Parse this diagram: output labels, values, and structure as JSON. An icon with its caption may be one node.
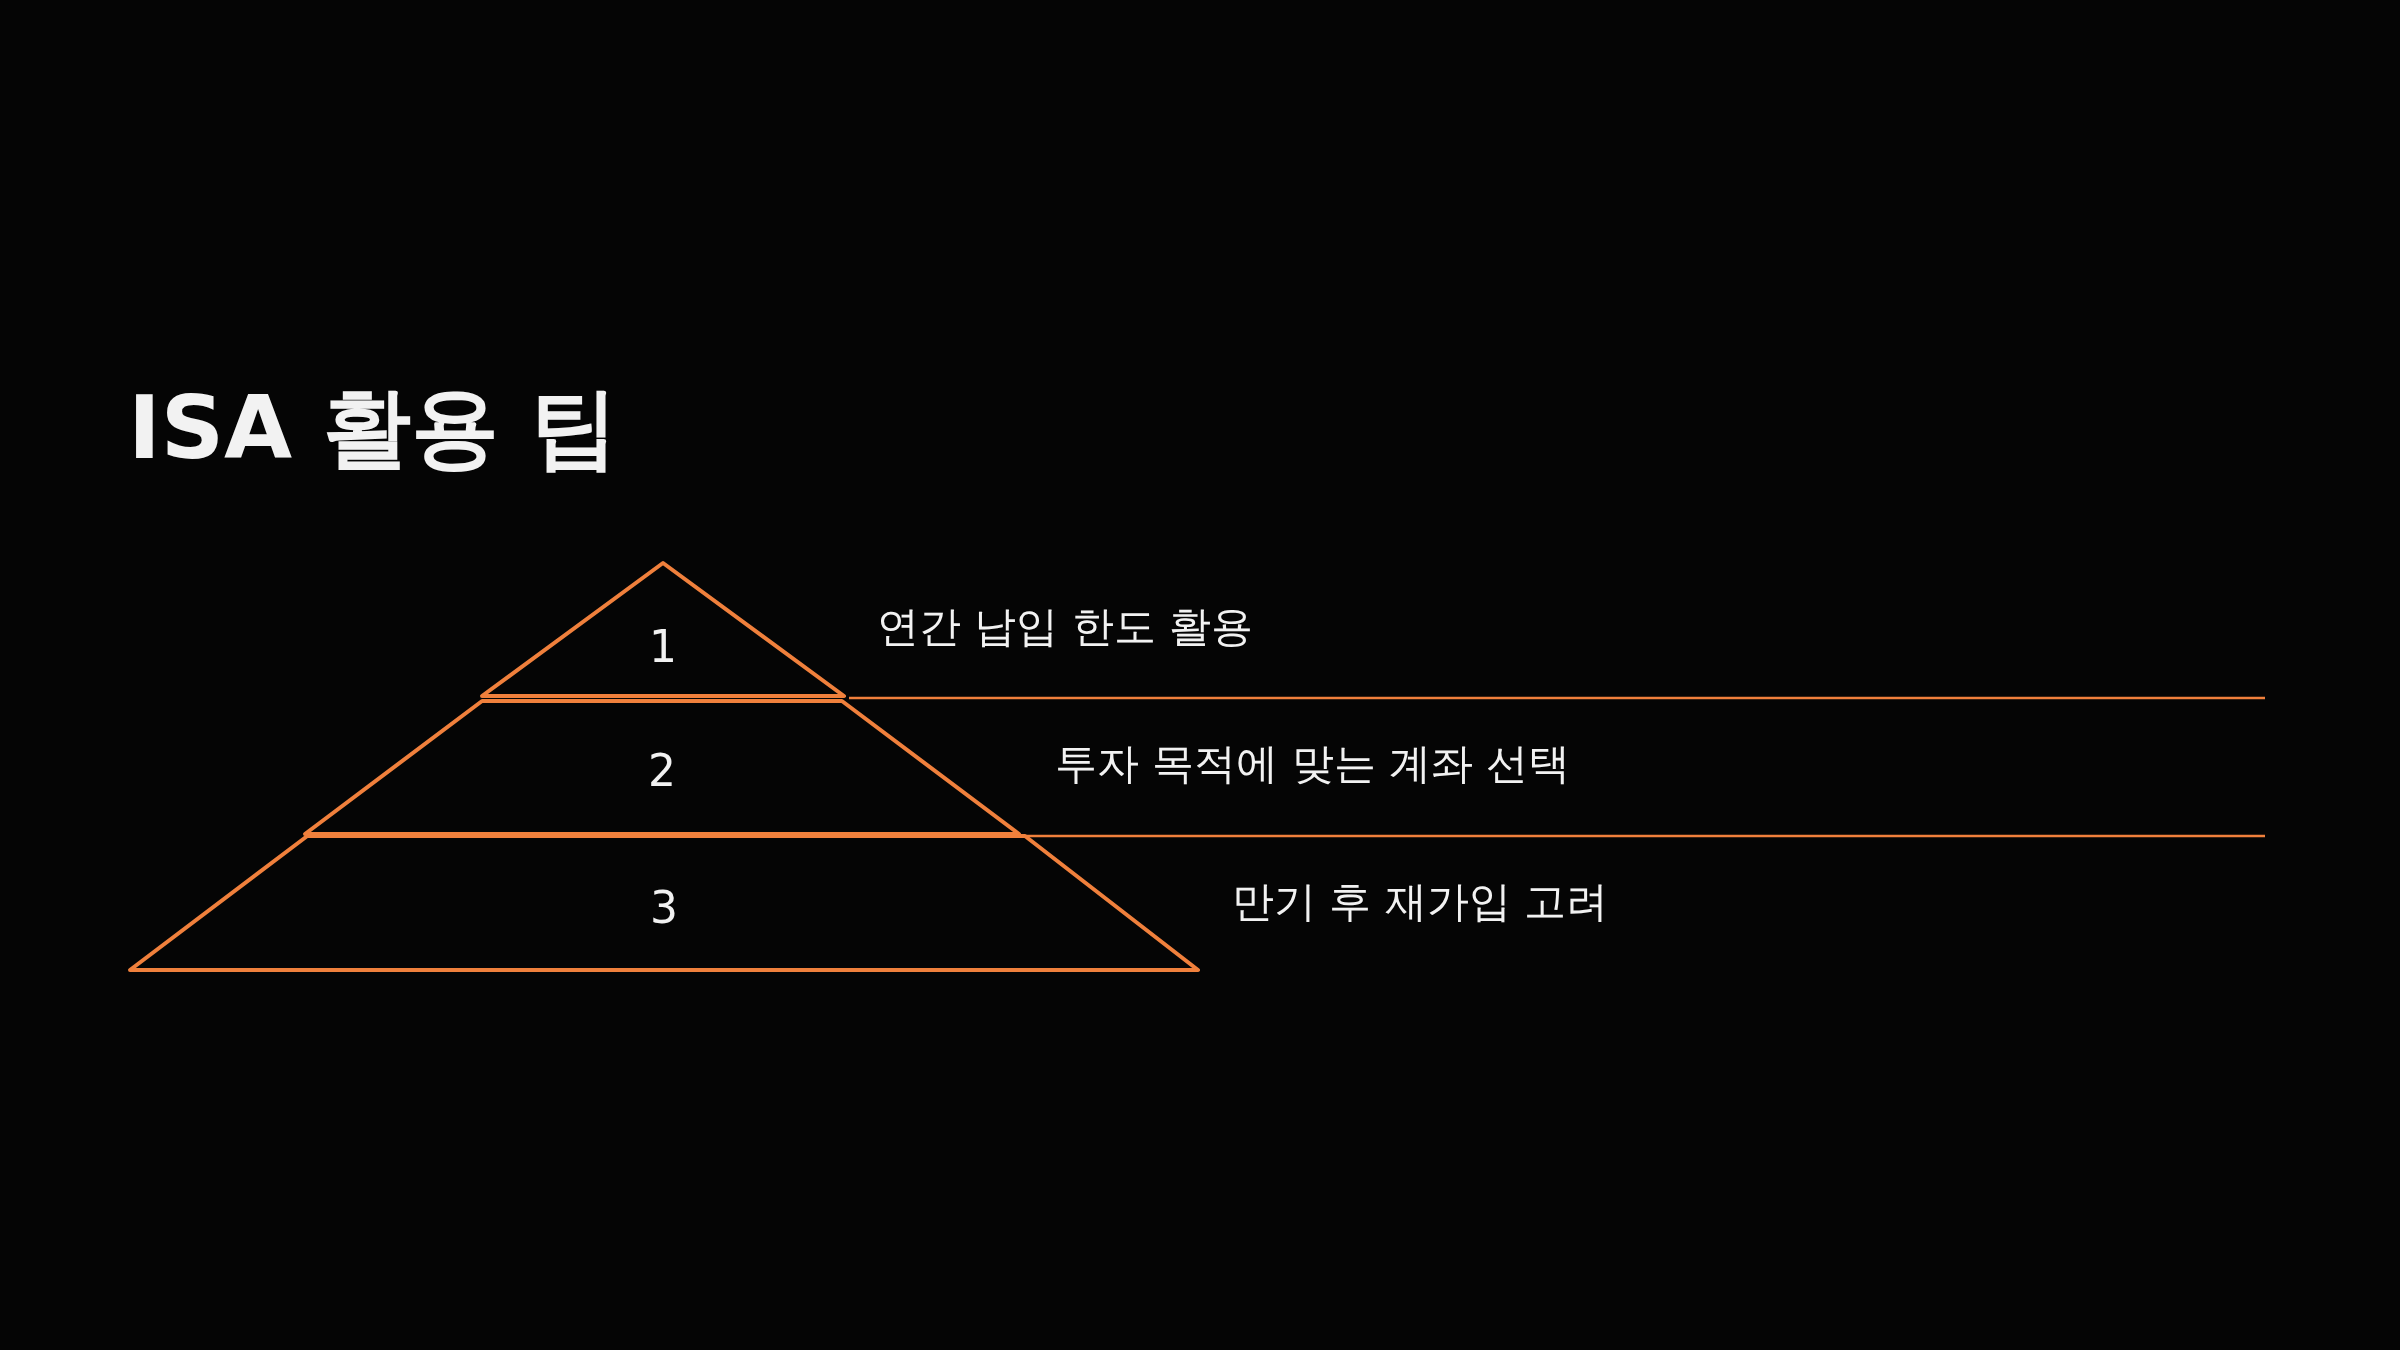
{
  "diagram": {
    "title": "ISA 활용 팁",
    "nodes": [
      {
        "text": [
          "1"
        ],
        "beside": [
          "연간 납입 한도 활용"
        ]
      },
      {
        "text": [
          "2"
        ],
        "beside": [
          "투자 목적에 맞는 계좌 선택"
        ]
      },
      {
        "text": [
          "3"
        ],
        "beside": [
          "만기 후 재가입 고려"
        ]
      }
    ]
  }
}
